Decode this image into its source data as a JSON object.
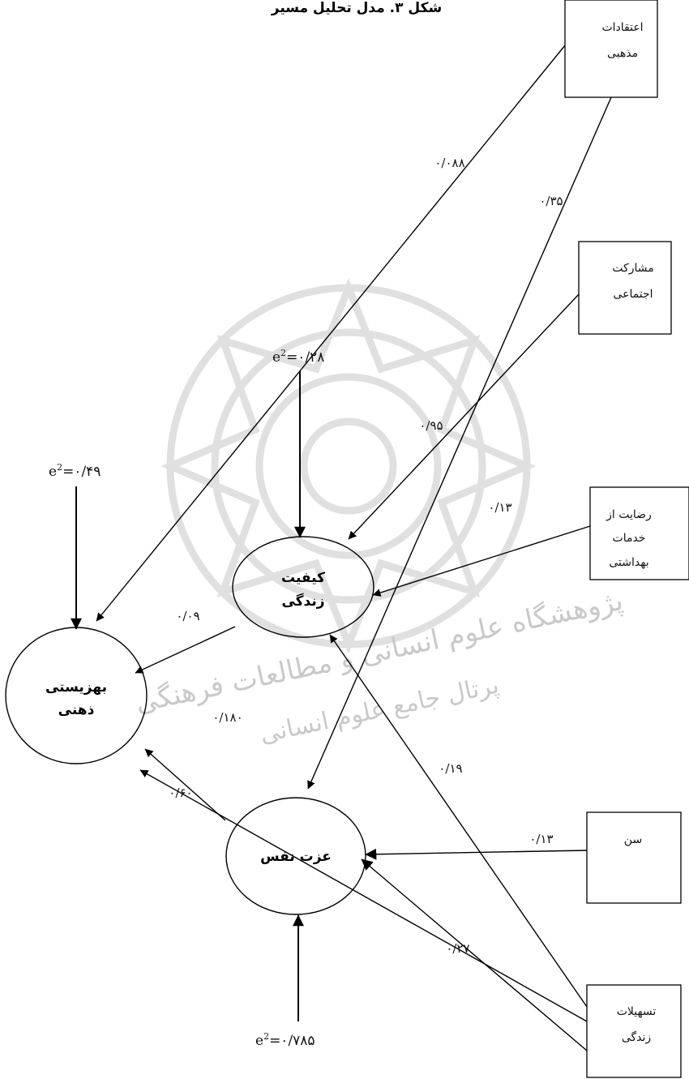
{
  "title": "شکل ۳. مدل تحلیل مسیر",
  "boxes": {
    "religious_beliefs": [
      "اعتقادات",
      "مذهبی"
    ],
    "social_participation": [
      "مشارکت",
      "اجتماعی"
    ],
    "health_service_satisfaction": [
      "رضایت از",
      "خدمات",
      "بهداشتی"
    ],
    "age": [
      "سن"
    ],
    "life_facilities": [
      "تسهیلات",
      "زندگی"
    ]
  },
  "latent": {
    "quality_of_life": [
      "کیفیت",
      "زندگی"
    ],
    "mental_wellbeing": [
      "بهزیستی",
      "ذهنی"
    ],
    "self_esteem": [
      "عزت نفس"
    ]
  },
  "coefficients": {
    "religious_to_wellbeing": "۰/۰۸۸",
    "religious_to_selfesteem": "۰/۳۵",
    "participation_to_quality": "۰/۹۵",
    "health_to_quality": "۰/۱۳",
    "quality_to_wellbeing": "۰/۰۹",
    "facilities_to_wellbeing": "۰/۱۸۰",
    "facilities_to_quality": "۰/۱۹",
    "selfesteem_to_wellbeing": "۰/۶۰",
    "age_to_selfesteem": "۰/۱۳",
    "facilities_to_selfesteem": "۰/۲۷"
  },
  "errors": {
    "quality_of_life": {
      "prefix": "e",
      "exp": "2",
      "value": "=۰/۲۸"
    },
    "mental_wellbeing": {
      "prefix": "e",
      "exp": "2",
      "value": "=۰/۴۹"
    },
    "self_esteem": {
      "prefix": "e",
      "exp": "2",
      "value": "=۰/۷۸۵"
    }
  },
  "watermark": {
    "line1": "پژوهشگاه علوم انسانی و مطالعات فرهنگی",
    "line2": "پرتال جامع علوم انسانی"
  }
}
